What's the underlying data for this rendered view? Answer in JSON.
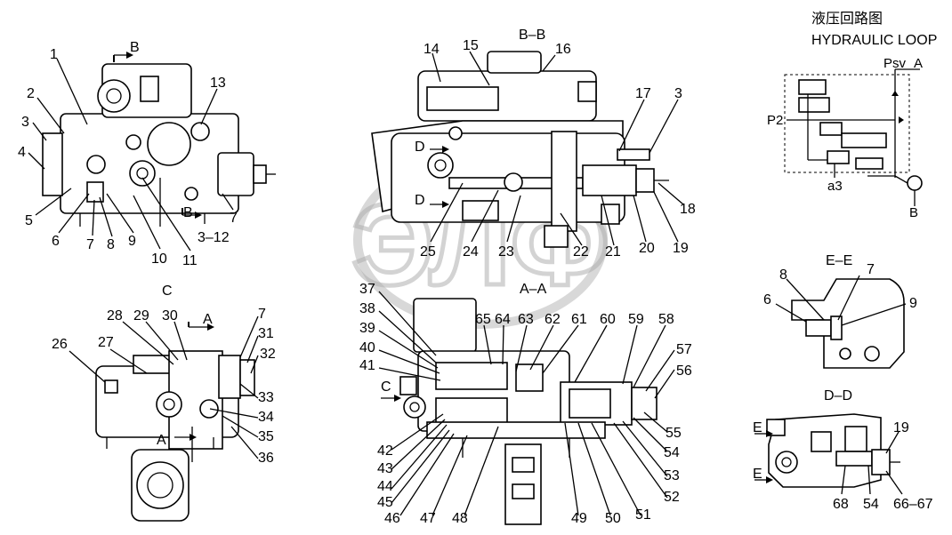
{
  "hydraulic": {
    "title_cn": "液压回路图",
    "title_en": "HYDRAULIC LOOP",
    "ports": {
      "psv": "Psv",
      "a": "A",
      "p2": "P2",
      "a3": "a3",
      "b": "B"
    }
  },
  "sections": {
    "bb": "B–B",
    "aa": "A–A",
    "c": "C",
    "ee": "E–E",
    "dd": "D–D"
  },
  "arrows": {
    "b_top": "B",
    "b_bottom": "B",
    "a_right": "A",
    "a_bottom": "A",
    "d_upper": "D",
    "d_lower": "D",
    "c_left": "C",
    "e_upper": "E",
    "e_lower": "E"
  },
  "watermark": "ЭЛФ",
  "callouts": {
    "view1": [
      "1",
      "2",
      "3",
      "4",
      "5",
      "6",
      "7",
      "8",
      "9",
      "10",
      "11",
      "3–12",
      "13",
      "7"
    ],
    "viewC": [
      "26",
      "27",
      "28",
      "29",
      "30",
      "7",
      "31",
      "32",
      "33",
      "34",
      "35",
      "36"
    ],
    "viewBB": [
      "14",
      "15",
      "16",
      "17",
      "3",
      "18",
      "19",
      "20",
      "21",
      "22",
      "23",
      "24",
      "25"
    ],
    "viewAA": [
      "37",
      "38",
      "39",
      "40",
      "41",
      "42",
      "43",
      "44",
      "45",
      "46",
      "47",
      "48",
      "49",
      "50",
      "51",
      "52",
      "53",
      "54",
      "55",
      "56",
      "57",
      "58",
      "59",
      "60",
      "61",
      "62",
      "63",
      "64",
      "65"
    ],
    "viewEE": [
      "8",
      "7",
      "6",
      "9"
    ],
    "viewDD": [
      "19",
      "68",
      "54",
      "66–67"
    ]
  }
}
